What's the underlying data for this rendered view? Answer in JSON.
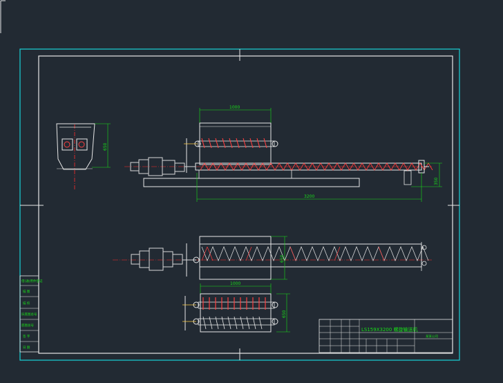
{
  "colors": {
    "background": "#222a33",
    "outer_frame": "#19d3d8",
    "inner_frame": "#e8e8e8",
    "dimension": "#18e018",
    "center_line": "#ff2a2a",
    "flight": "#ff4040",
    "motor": "#d8d8d8"
  },
  "dimensions": {
    "hopper_top_width": "1000",
    "hopper_plan_width": "1000",
    "total_length": "3200",
    "hopper_height": "650",
    "end_height": "350",
    "plan_width": "650",
    "hopper_plan_height": "650",
    "front_height": "650"
  },
  "title_block": {
    "drawing_title": "LS159X3200 螺旋输送机",
    "company": "某某公司"
  },
  "side_labels": [
    "借(通)用件登记",
    "描 图",
    "描 校",
    "旧底图总号",
    "底图总号",
    "签 字",
    "日 期"
  ]
}
